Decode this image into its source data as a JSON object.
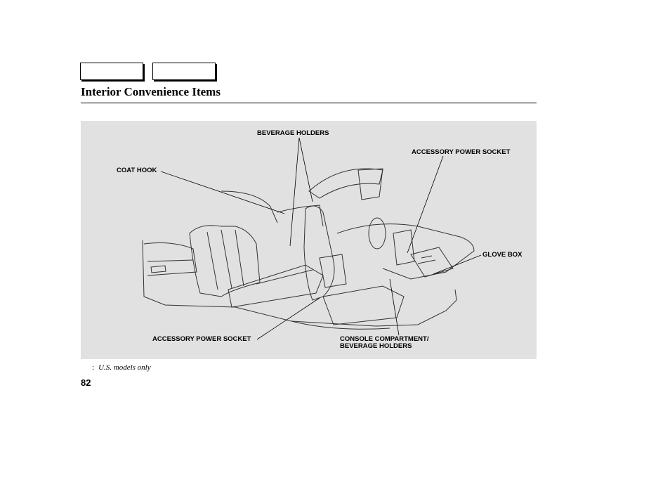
{
  "header": {
    "title": "Interior Convenience Items",
    "nav_tabs": [
      "",
      ""
    ]
  },
  "figure": {
    "callouts": {
      "beverage_holders_top": "BEVERAGE HOLDERS",
      "accessory_power_socket_front": "ACCESSORY POWER SOCKET",
      "coat_hook": "COAT HOOK",
      "glove_box": "GLOVE BOX",
      "accessory_power_socket_rear": "ACCESSORY POWER SOCKET",
      "console_line1": "CONSOLE COMPARTMENT/",
      "console_line2": "BEVERAGE HOLDERS"
    }
  },
  "footnote": {
    "marker": ":",
    "text": "U.S. models only"
  },
  "page_number": "82"
}
